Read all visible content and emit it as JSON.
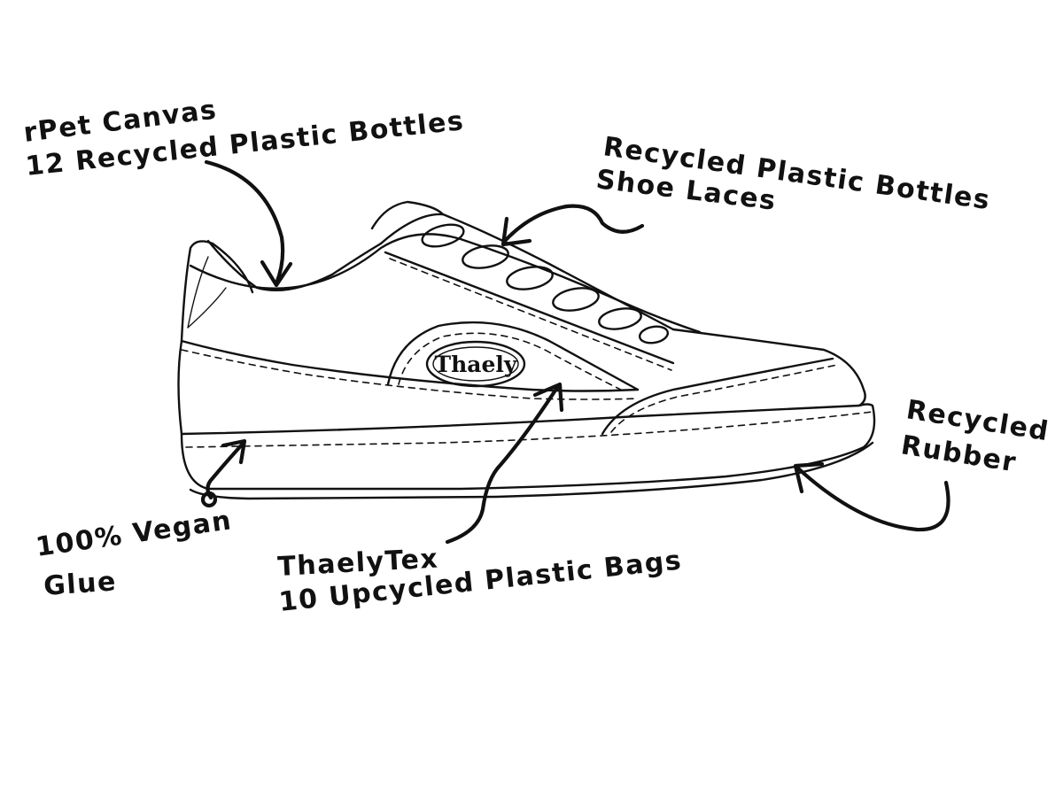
{
  "brand": {
    "logo_text": "Thaely"
  },
  "callouts": {
    "upper": {
      "line1": "rPet Canvas",
      "line2": "12 Recycled Plastic Bottles"
    },
    "laces": {
      "line1": "Recycled Plastic Bottles",
      "line2": "Shoe Laces"
    },
    "sole": {
      "line1": "Recycled",
      "line2": "Rubber"
    },
    "glue": {
      "line1": "100% Vegan",
      "line2": "Glue"
    },
    "panel": {
      "line1": "ThaelyTex",
      "line2": "10 Upcycled Plastic Bags"
    }
  }
}
